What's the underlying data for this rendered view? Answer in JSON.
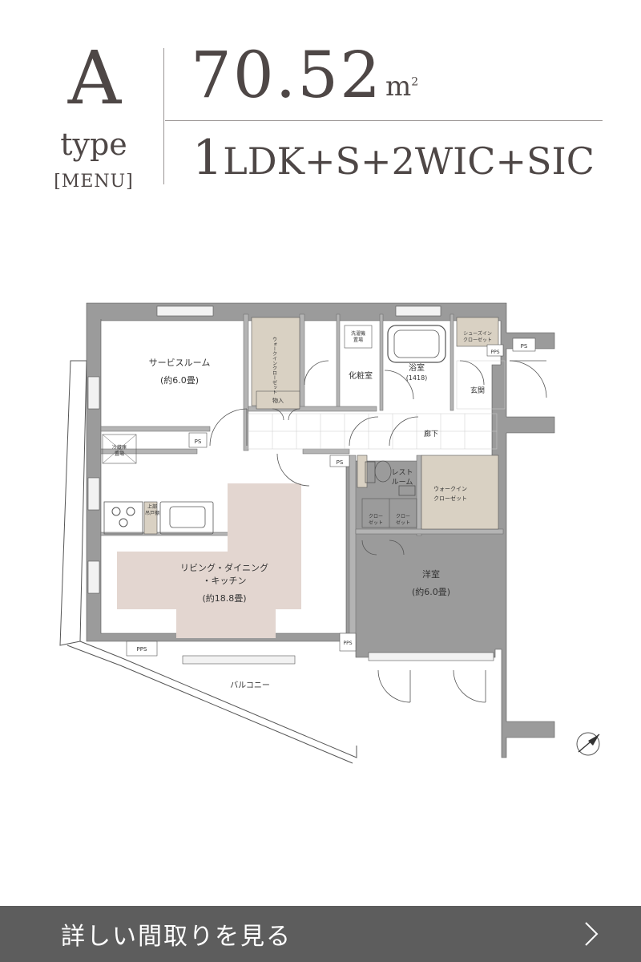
{
  "header": {
    "type_letter": "A",
    "type_word": "type",
    "type_menu": "[MENU]",
    "area_value": "70.52",
    "area_unit": "m",
    "area_sup": "2",
    "layout_number": "1",
    "layout_rest": "LDK+S+2WIC+SIC"
  },
  "plan": {
    "rooms": {
      "service_room": "サービスルーム",
      "service_room_size": "(約6.0畳)",
      "ldk_line1": "リビング・ダイニング",
      "ldk_line2": "・キッチン",
      "ldk_size": "(約18.8畳)",
      "western_room": "洋室",
      "western_room_size": "(約6.0畳)",
      "powder_room": "化粧室",
      "bathroom": "浴室",
      "bathroom_size": "(1418)",
      "entrance": "玄関",
      "hallway": "廊下",
      "restroom_line1": "レスト",
      "restroom_line2": "ルーム",
      "balcony": "バルコニー",
      "walkin_closet_line1": "ウォークイン",
      "walkin_closet_line2": "クローゼット",
      "shoesin_line1": "シューズイン",
      "shoesin_line2": "クローゼット",
      "storage": "物入",
      "fridge_line1": "冷蔵庫",
      "fridge_line2": "置場",
      "washer_line1": "洗濯機",
      "washer_line2": "置場",
      "upper_cabinet_line1": "上部",
      "upper_cabinet_line2": "吊戸棚",
      "closet_a_line1": "クロー",
      "closet_a_line2": "ゼット",
      "closet_b_line1": "クロー",
      "closet_b_line2": "ゼット",
      "wic_vertical": "ウォークインクローゼット"
    },
    "tags": {
      "ps1": "PS",
      "ps2": "PS",
      "ps3": "PS",
      "pps1": "PPS",
      "pps2": "PPS",
      "pps3": "PPS"
    },
    "colors": {
      "wall": "#9b9b9b",
      "ldk_fill": "#e3d6d0",
      "storage_fill": "#d9d1c3",
      "line": "#555555"
    }
  },
  "footer": {
    "label": "詳しい間取りを見る",
    "arrow_icon": "chevron-right-icon"
  }
}
